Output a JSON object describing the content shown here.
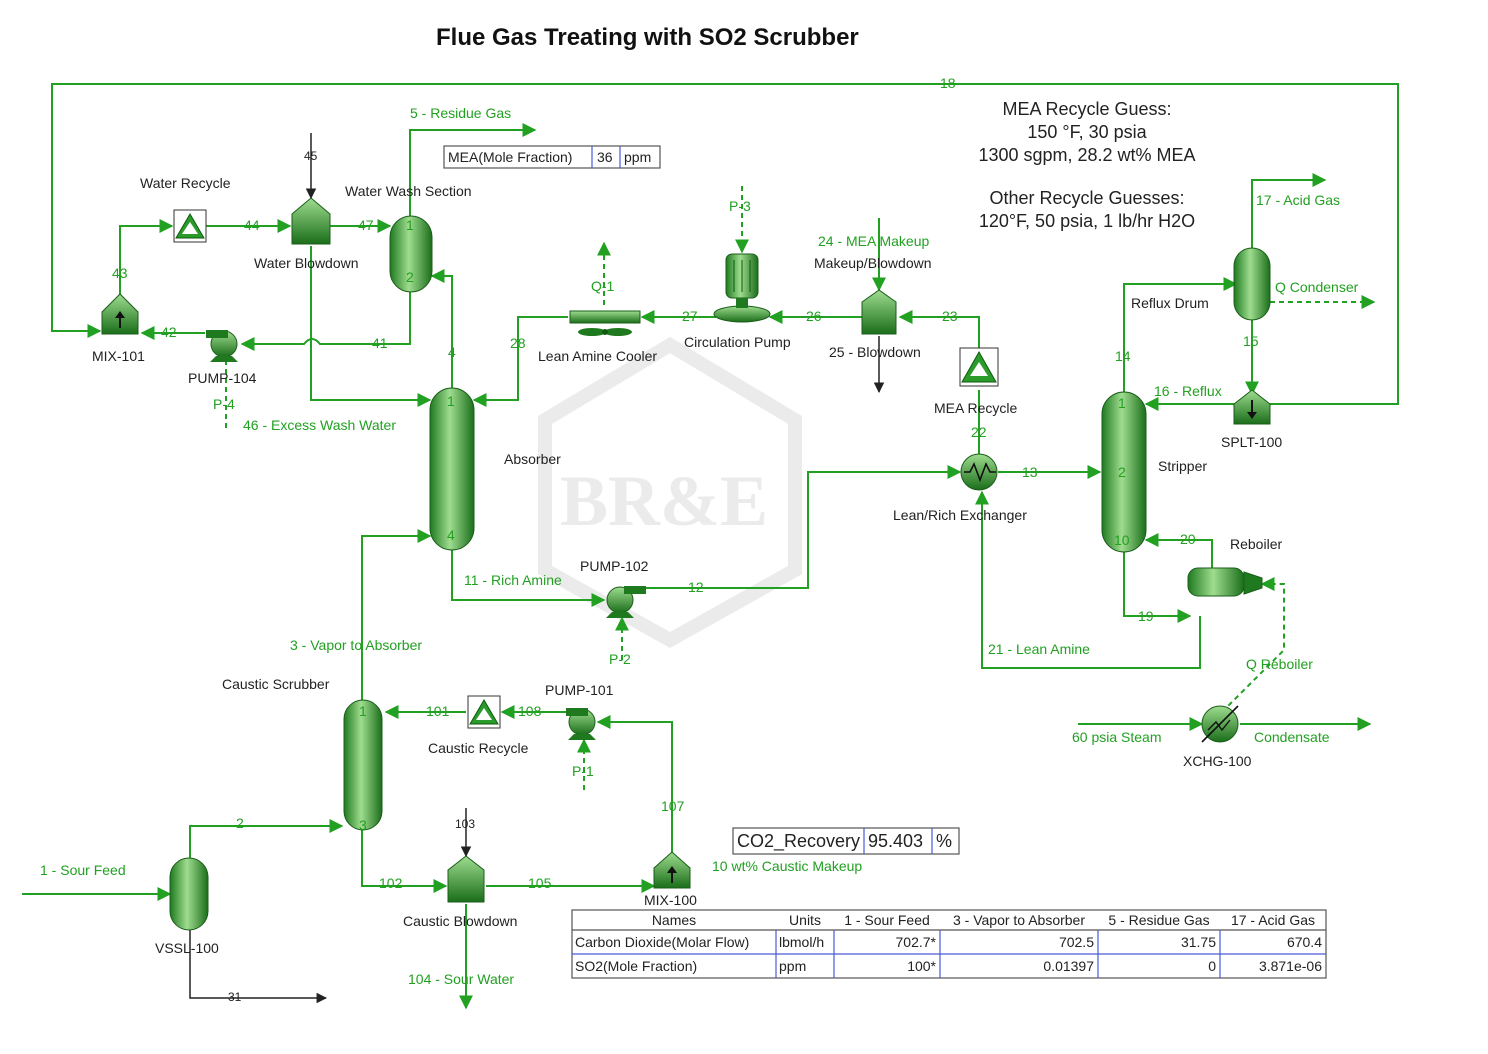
{
  "title": "Flue Gas Treating with SO2 Scrubber",
  "notes": {
    "mea_guess_1": "MEA Recycle Guess:",
    "mea_guess_2": "150 °F, 30 psia",
    "mea_guess_3": "1300 sgpm, 28.2 wt% MEA",
    "other_guess_1": "Other Recycle Guesses:",
    "other_guess_2": "120°F, 50 psia, 1 lb/hr H2O"
  },
  "units": {
    "water_recycle": "Water Recycle",
    "water_blowdown": "Water Blowdown",
    "water_wash_section": "Water Wash Section",
    "mix101": "MIX-101",
    "pump104": "PUMP-104",
    "absorber": "Absorber",
    "lean_amine_cooler": "Lean Amine Cooler",
    "circulation_pump": "Circulation Pump",
    "makeup_blowdown": "Makeup/Blowdown",
    "blowdown25": "25 - Blowdown",
    "mea_recycle": "MEA Recycle",
    "lean_rich_exchanger": "Lean/Rich Exchanger",
    "stripper": "Stripper",
    "reflux_drum": "Reflux Drum",
    "splt100": "SPLT-100",
    "reboiler": "Reboiler",
    "pump102": "PUMP-102",
    "pump101": "PUMP-101",
    "caustic_scrubber": "Caustic Scrubber",
    "caustic_recycle": "Caustic Recycle",
    "caustic_blowdown": "Caustic Blowdown",
    "mix100": "MIX-100",
    "vssl100": "VSSL-100",
    "xchg100": "XCHG-100"
  },
  "streams": {
    "s18": "18",
    "s5": "5 - Residue Gas",
    "s45": "45",
    "s44": "44",
    "s47": "47",
    "s43": "43",
    "s42": "42",
    "s41": "41",
    "s4": "4",
    "s46": "46 - Excess Wash Water",
    "p4": "P-4",
    "q1": "Q-1",
    "s27": "27",
    "s28": "28",
    "p3": "P-3",
    "s26": "26",
    "s24": "24 - MEA Makeup",
    "s23": "23",
    "s22": "22",
    "s13": "13",
    "s14": "14",
    "s15": "15",
    "s16": "16 - Reflux",
    "s17": "17 - Acid Gas",
    "qcond": "Q Condenser",
    "s20": "20",
    "s19": "19",
    "s21": "21 - Lean Amine",
    "qreb": "Q Reboiler",
    "steam": "60 psia Steam",
    "condensate": "Condensate",
    "s11": "11 - Rich Amine",
    "s12": "12",
    "p2": "P-2",
    "s3": "3 - Vapor to Absorber",
    "s101": "101",
    "s108": "108",
    "p1": "P-1",
    "s107": "107",
    "s10wt": "10 wt% Caustic Makeup",
    "s103": "103",
    "s102": "102",
    "s105": "105",
    "s104": "104 - Sour Water",
    "s1": "1 - Sour Feed",
    "s2": "2",
    "s31": "31"
  },
  "trays": {
    "ww_top": "1",
    "ww_bot": "2",
    "abs_top": "1",
    "abs_bot": "4",
    "str_top": "1",
    "str_mid": "2",
    "str_bot": "10",
    "cs_top": "1",
    "cs_bot": "3"
  },
  "spec_mea": {
    "label": "MEA(Mole Fraction)",
    "value": "36",
    "unit": "ppm"
  },
  "spec_co2": {
    "label": "CO2_Recovery",
    "value": "95.403",
    "unit": "%"
  },
  "watermark": "BR&E",
  "table": {
    "headers": [
      "Names",
      "Units",
      "1 - Sour Feed",
      "3 - Vapor to Absorber",
      "5 - Residue Gas",
      "17 - Acid Gas"
    ],
    "rows": [
      [
        "Carbon Dioxide(Molar Flow)",
        "lbmol/h",
        "702.7*",
        "702.5",
        "31.75",
        "670.4"
      ],
      [
        "SO2(Mole Fraction)",
        "ppm",
        "100*",
        "0.01397",
        "0",
        "3.871e-06"
      ]
    ]
  }
}
